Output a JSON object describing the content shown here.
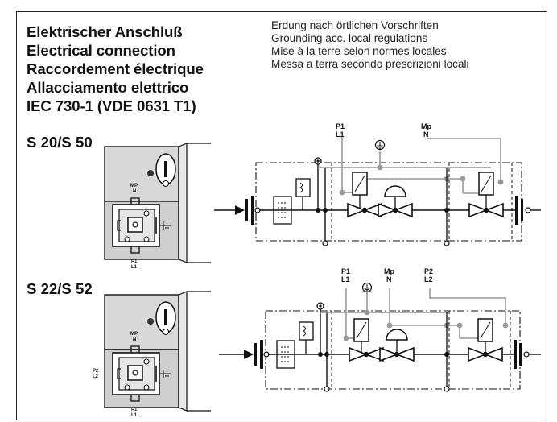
{
  "heading": {
    "lines": [
      "Elektrischer Anschluß",
      "Electrical connection",
      "Raccordement électrique",
      "Allacciamento elettrico",
      "IEC 730-1 (VDE 0631 T1)"
    ]
  },
  "notes": {
    "lines": [
      "Erdung nach örtlichen Vorschriften",
      "Grounding acc. local regulations",
      "Mise à la terre selon normes locales",
      "Messa a terra secondo prescrizioni locali"
    ]
  },
  "models": {
    "a": {
      "name": "S 20/S 50",
      "connector_top": [
        "MP",
        "N"
      ],
      "connector_bottom": [
        "P1",
        "L1"
      ],
      "schematic_labels": {
        "p1": [
          "P1",
          "L1"
        ],
        "mp": [
          "Mp",
          "N"
        ]
      }
    },
    "b": {
      "name": "S 22/S 52",
      "connector_top": [
        "MP",
        "N"
      ],
      "connector_left": [
        "P2",
        "L2"
      ],
      "connector_bottom": [
        "P1",
        "L1"
      ],
      "schematic_labels": {
        "p1": [
          "P1",
          "L1"
        ],
        "mp": [
          "Mp",
          "N"
        ],
        "p2": [
          "P2",
          "L2"
        ]
      }
    }
  },
  "icons": [
    "ground-icon",
    "gas-flow-arrow-icon",
    "solenoid-valve-icon",
    "pressure-switch-icon",
    "connector-block-icon",
    "indicator-lamp-icon"
  ]
}
